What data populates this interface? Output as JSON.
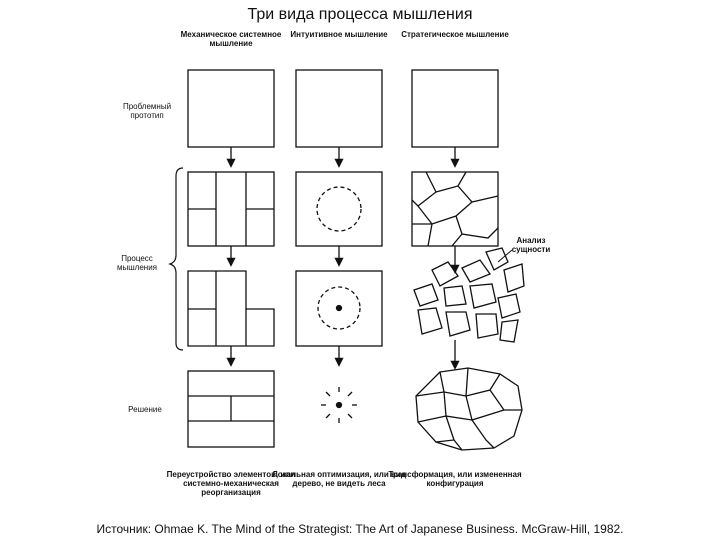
{
  "title": "Три вида процесса мышления",
  "columns": [
    "Механическое системное мышление",
    "Интуитивное мышление",
    "Стратегическое мышление"
  ],
  "row_labels": {
    "prototype": "Проблемный прототип",
    "process": "Процесс мышления",
    "solution": "Решение"
  },
  "essence_note": "Анализ сущности",
  "captions": [
    "Переустройство элементов, или системно-механическая реорганизация",
    "Локальная оптимизация, или вид дерево, не видеть леса",
    "Трансформация, или измененная конфигурация"
  ],
  "source": "Источник: Ohmae K. The Mind of the Strategist: The Art of Japanese Business. McGraw-Hill, 1982."
}
